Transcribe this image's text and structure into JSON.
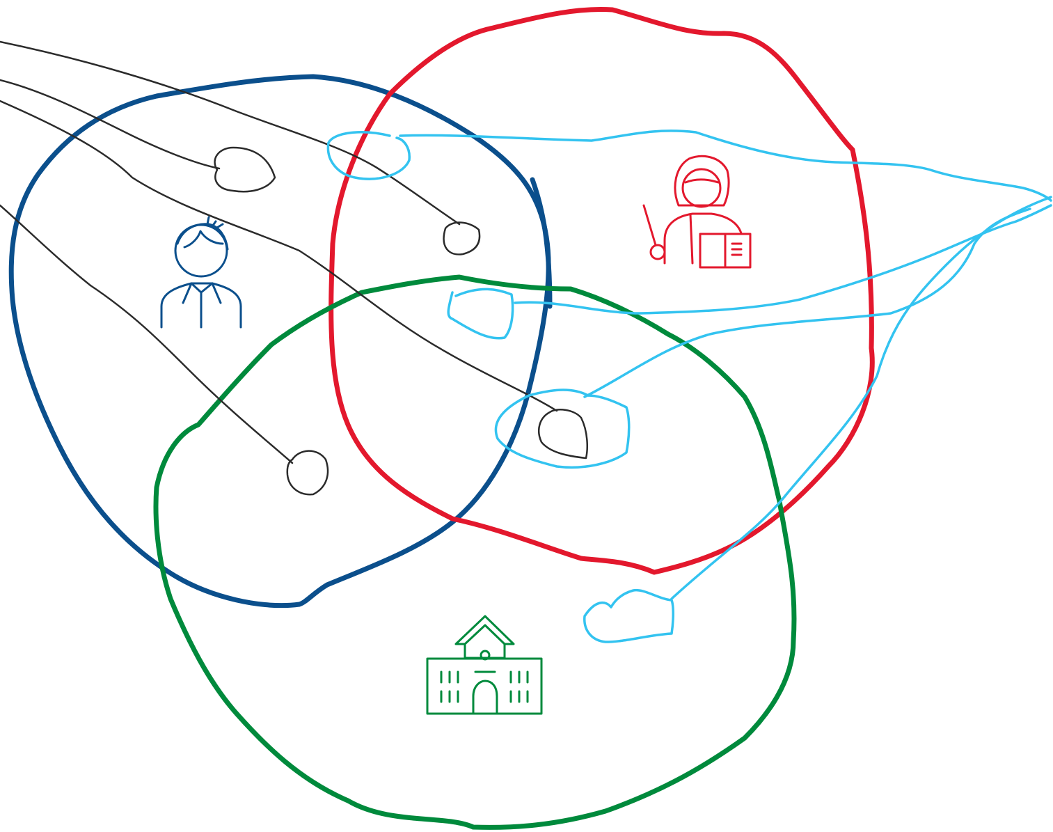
{
  "colors": {
    "student_blue": "#0B4F8C",
    "teacher_red": "#E3182D",
    "school_green": "#008A3C",
    "pointer_dark": "#2B2B2B",
    "pointer_cyan": "#33C3F0",
    "background": "#FFFFFF"
  },
  "icons": {
    "student": "student-person-icon",
    "teacher": "teacher-with-pointer-and-book-icon",
    "school": "school-building-icon"
  },
  "regions": [
    {
      "name": "student-circle",
      "color": "#0B4F8C"
    },
    {
      "name": "teacher-circle",
      "color": "#E3182D"
    },
    {
      "name": "school-circle",
      "color": "#008A3C"
    }
  ]
}
